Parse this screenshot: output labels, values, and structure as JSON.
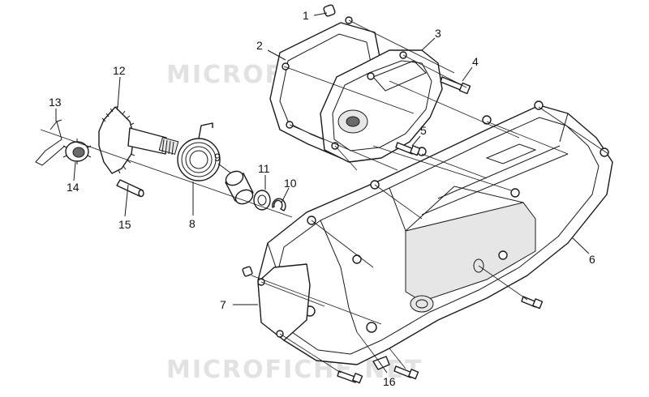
{
  "watermark": {
    "text": "MICROFICHE.NET",
    "color": "#e2e2e2"
  },
  "callouts": [
    {
      "id": "1",
      "label": "1"
    },
    {
      "id": "2",
      "label": "2"
    },
    {
      "id": "3",
      "label": "3"
    },
    {
      "id": "4",
      "label": "4"
    },
    {
      "id": "5",
      "label": "5"
    },
    {
      "id": "6",
      "label": "6"
    },
    {
      "id": "7",
      "label": "7"
    },
    {
      "id": "8",
      "label": "8"
    },
    {
      "id": "9",
      "label": "9"
    },
    {
      "id": "10",
      "label": "10"
    },
    {
      "id": "11",
      "label": "11"
    },
    {
      "id": "12",
      "label": "12"
    },
    {
      "id": "13",
      "label": "13"
    },
    {
      "id": "14",
      "label": "14"
    },
    {
      "id": "15",
      "label": "15"
    },
    {
      "id": "16",
      "label": "16"
    }
  ],
  "colors": {
    "line": "#1a1a1a",
    "background": "#ffffff"
  }
}
